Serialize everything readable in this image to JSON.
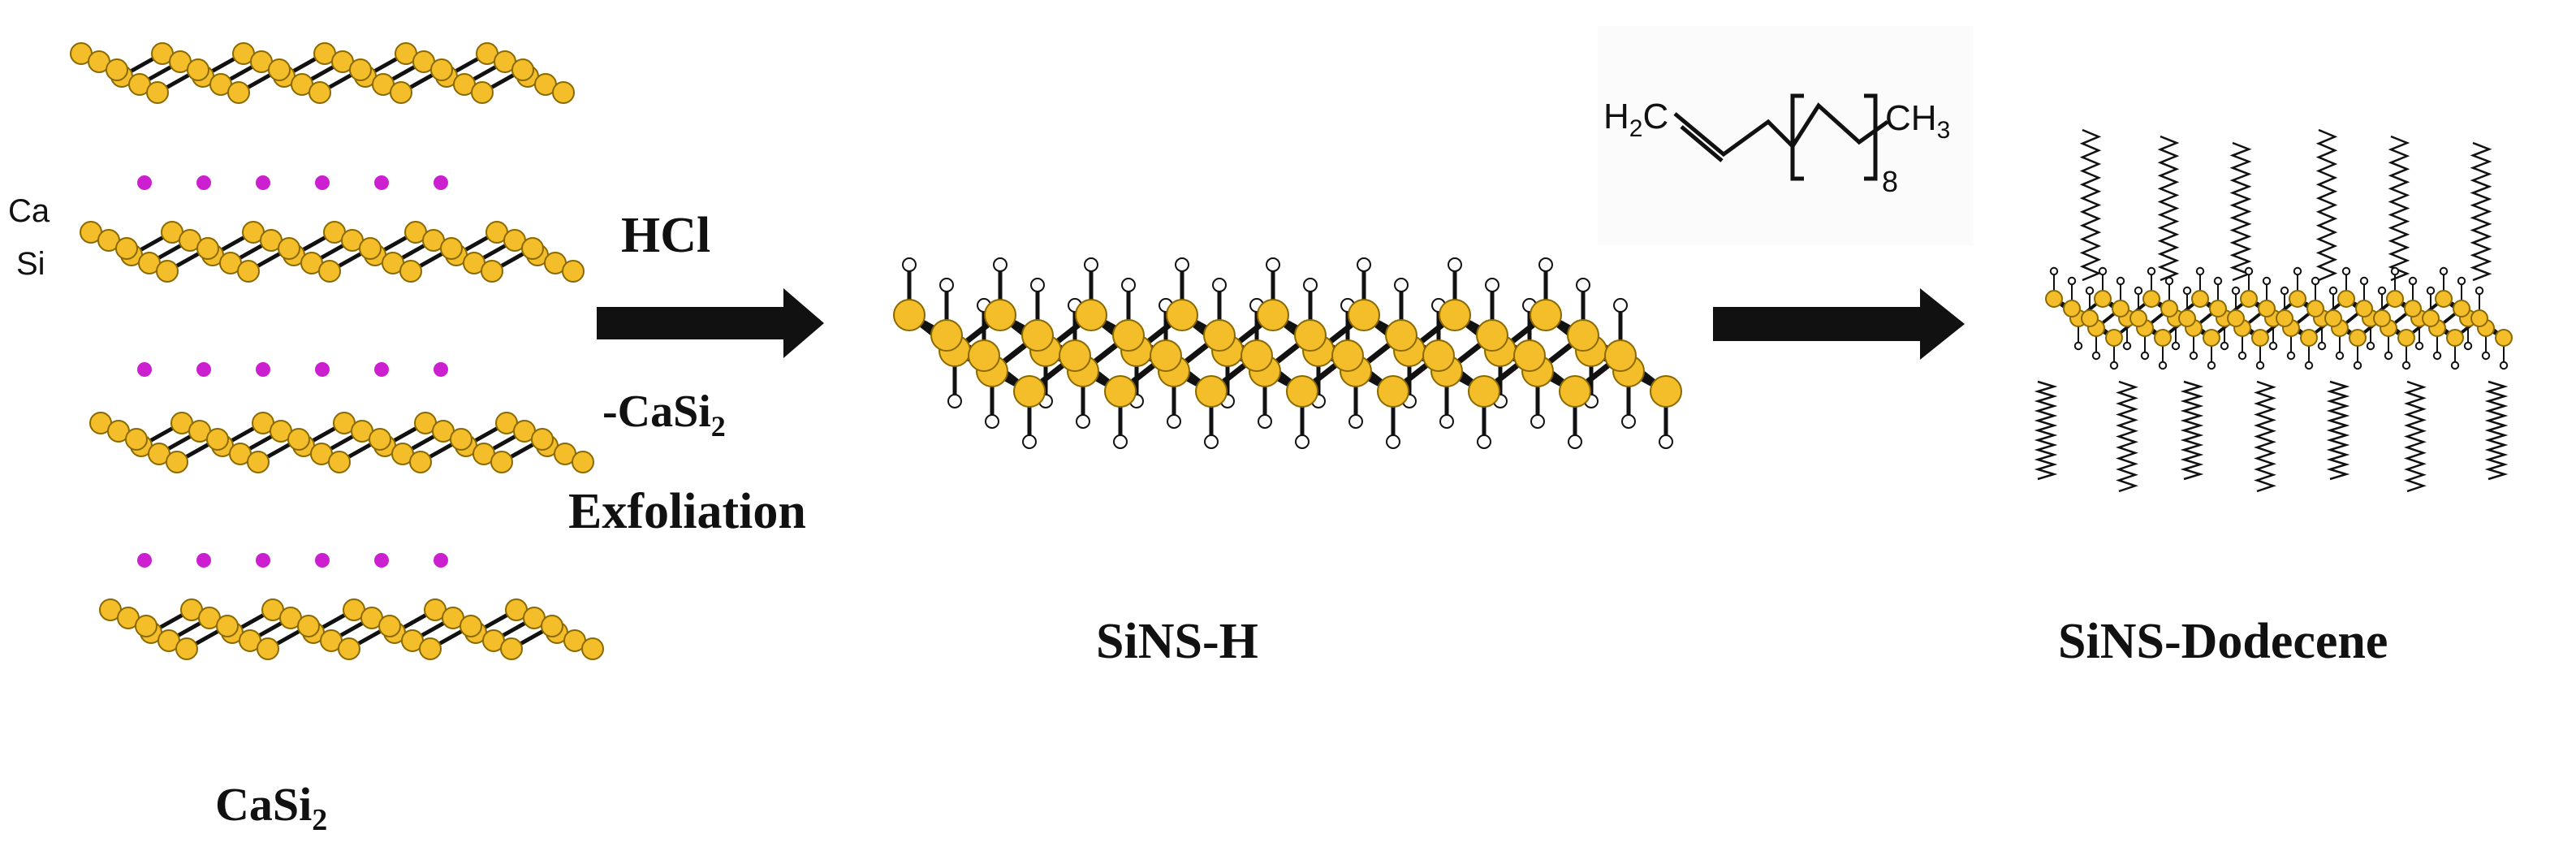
{
  "colors": {
    "background": "#ffffff",
    "silicon_atom": "#f4bd2a",
    "silicon_outline": "#8a6a00",
    "calcium_atom": "#cc1fd0",
    "bond": "#111111",
    "hydrogen_atom": "#ffffff",
    "arrow": "#111111",
    "legend_ca": "#d21fd8",
    "legend_si": "#f4bd2a"
  },
  "legend": {
    "ca_label": "Ca",
    "si_label": "Si"
  },
  "labels": {
    "casi2_base": "CaSi",
    "casi2_sub": "2",
    "sins_h": "SiNS-H",
    "sins_dodecene": "SiNS-Dodecene"
  },
  "arrow1": {
    "top_label": "HCl",
    "middle_base": "-CaSi",
    "middle_sub": "2",
    "bottom_label": "Exfoliation"
  },
  "reagent": {
    "h2c_main": "H",
    "h2c_sub": "2",
    "h2c_tail": "C",
    "repeat": "8",
    "ch3_main": "CH",
    "ch3_sub": "3"
  }
}
